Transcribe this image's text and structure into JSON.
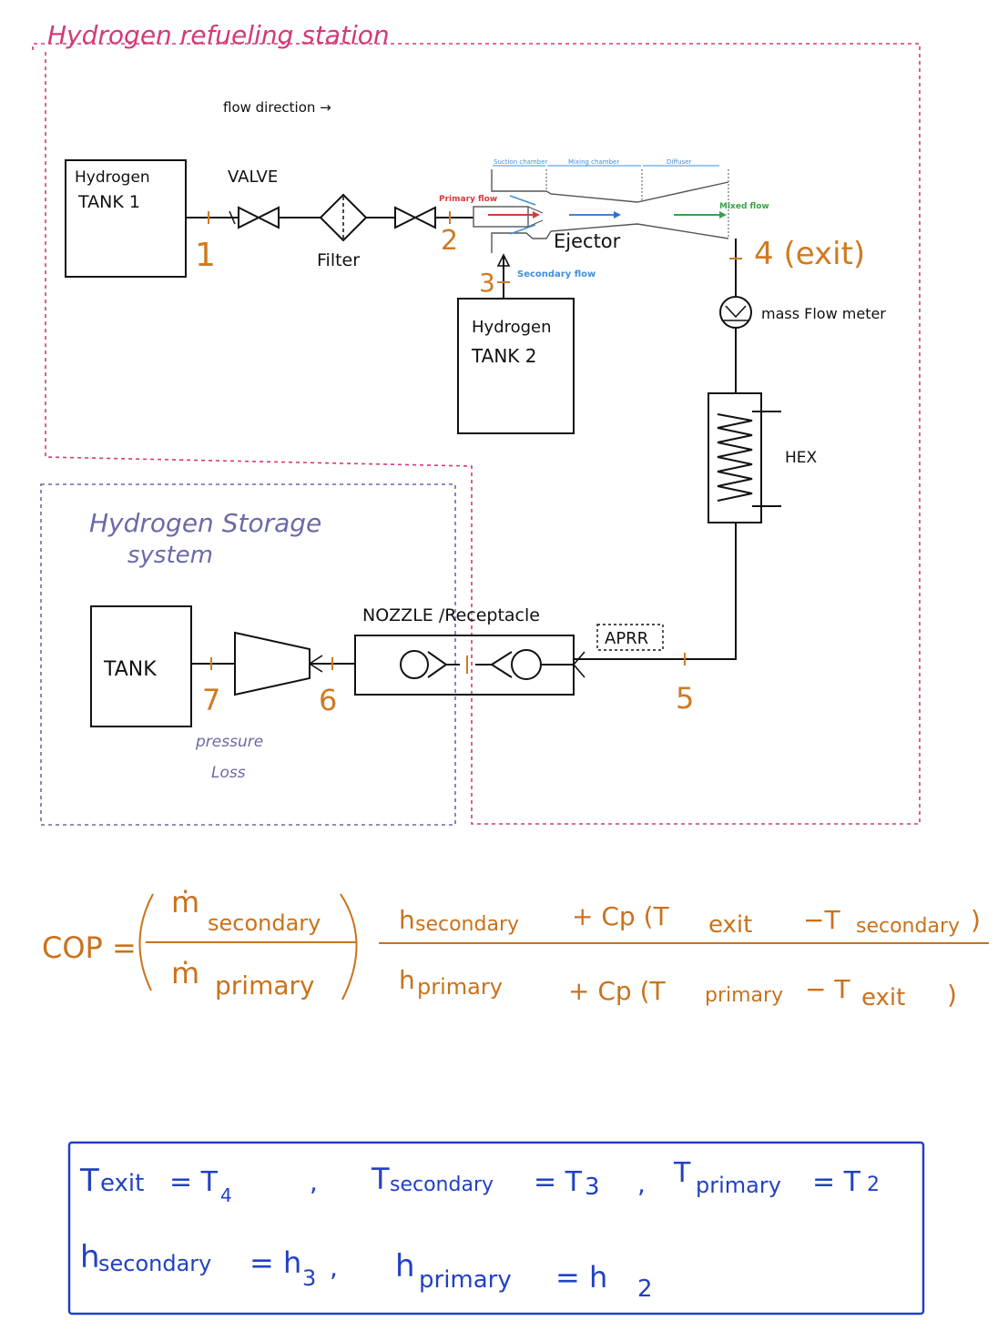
{
  "colors": {
    "station": "#d4397a",
    "storage": "#6a6aa8",
    "ink": "#111111",
    "number": "#d07a22",
    "formula": "#c9721c",
    "box": "#2241c2",
    "primary_flow": "#d63a3a",
    "secondary_flow": "#3d8fe0",
    "mixed_flow": "#3aa04a",
    "ejector_flow": "#2a6fd0"
  },
  "regions": {
    "station_title": "Hydrogen refueling station",
    "storage_title_line1": "Hydrogen Storage",
    "storage_title_line2": "system"
  },
  "labels": {
    "flow_direction": "flow direction →",
    "tank1_line1": "Hydrogen",
    "tank1_line2": "TANK 1",
    "valve": "VALVE",
    "filter": "Filter",
    "ejector": "Ejector",
    "suction_chamber": "Suction chamber",
    "mixing_chamber": "Mixing chamber",
    "diffuser": "Diffuser",
    "primary_flow": "Primary flow",
    "secondary_flow": "Secondary flow",
    "mixed_flow": "Mixed flow",
    "tank2_line1": "Hydrogen",
    "tank2_line2": "TANK 2",
    "exit": "4 (exit)",
    "mass_flow_meter": "mass Flow meter",
    "hex": "HEX",
    "nozzle": "NOZZLE /Receptacle",
    "aprr": "APRR",
    "tank": "TANK",
    "pressure_loss_line1": "pressure",
    "pressure_loss_line2": "Loss"
  },
  "points": {
    "p1": "1",
    "p2": "2",
    "p3": "3",
    "p5": "5",
    "p6": "6",
    "p7": "7"
  },
  "formula": {
    "lhs": "COP =",
    "m_secondary": "ṁ",
    "m_secondary_sub": "secondary",
    "m_primary": "ṁ",
    "m_primary_sub": "primary",
    "num_h": "h",
    "num_h_sub": "secondary",
    "num_plus": "+ Cp (T",
    "num_texit_sub": "exit",
    "num_minus": "−T",
    "num_tsec_sub": "secondary",
    "num_close": ")",
    "den_h": "h",
    "den_h_sub": "primary",
    "den_plus": "+ Cp (T",
    "den_tprim_sub": "primary",
    "den_minus": "− T",
    "den_texit_sub": "exit",
    "den_close": ")"
  },
  "definitions": {
    "texit": "T",
    "texit_sub": "exit",
    "texit_eq": "= T",
    "texit_rhs_sub": "4",
    "sep1": ",",
    "tsec": "T",
    "tsec_sub": "secondary",
    "tsec_eq": "= T",
    "tsec_rhs_sub": "3",
    "sep2": ",",
    "tprim": "T",
    "tprim_sub": "primary",
    "tprim_eq": "= T",
    "tprim_rhs_sub": "2",
    "hsec": "h",
    "hsec_sub": "secondary",
    "hsec_eq": "= h",
    "hsec_rhs_sub": "3",
    "sep3": ",",
    "hprim": "h",
    "hprim_sub": "primary",
    "hprim_eq": "= h",
    "hprim_rhs_sub": "2"
  }
}
